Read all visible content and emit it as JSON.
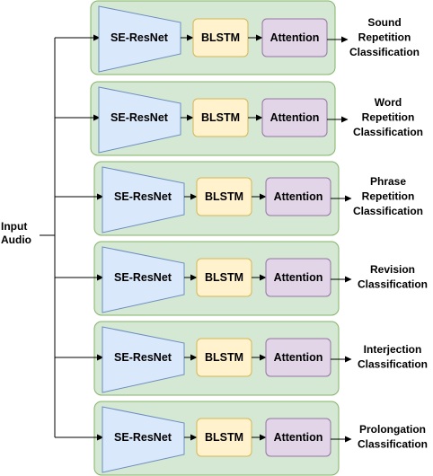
{
  "input_label": [
    "Input",
    "Audio"
  ],
  "block_labels": {
    "encoder": "SE-ResNet",
    "recurrent": "BLSTM",
    "attention": "Attention"
  },
  "colors": {
    "module_fill": "#d5e8d4",
    "module_stroke": "#82b366",
    "encoder_fill": "#dae8fc",
    "encoder_stroke": "#6c8ebf",
    "blstm_fill": "#fff2cc",
    "blstm_stroke": "#d6b656",
    "attention_fill": "#e1d5e7",
    "attention_stroke": "#9673a6",
    "line": "#000000"
  },
  "branches": [
    {
      "output": [
        "Sound",
        "Repetition",
        "Classification"
      ]
    },
    {
      "output": [
        "Word",
        "Repetition",
        "Classification"
      ]
    },
    {
      "output": [
        "Phrase",
        "Repetition",
        "Classification"
      ]
    },
    {
      "output": [
        "Revision",
        "Classification"
      ]
    },
    {
      "output": [
        "Interjection",
        "Classification"
      ]
    },
    {
      "output": [
        "Prolongation",
        "Classification"
      ]
    }
  ]
}
